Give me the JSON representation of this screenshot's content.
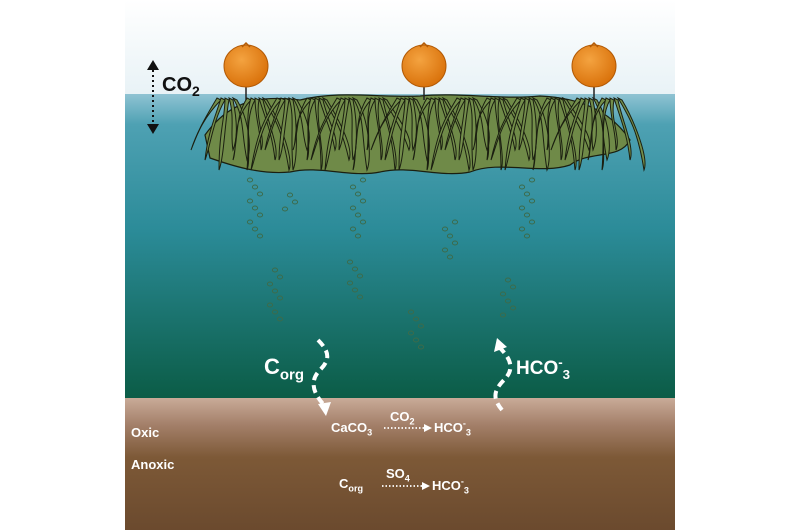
{
  "labels": {
    "co2_main": "CO2",
    "c_org_main_c": "C",
    "c_org_main_sub": "org",
    "hco3_main": "HCO",
    "hco3_main_sup": "-",
    "hco3_main_sub": "3",
    "oxic": "Oxic",
    "anoxic": "Anoxic",
    "reaction1_reactant": "CaCO3",
    "reaction1_agent": "CO2",
    "reaction1_product": "HCO",
    "reaction1_product_sup": "-",
    "reaction1_product_sub": "3",
    "reaction2_reactant_c": "C",
    "reaction2_reactant_sub": "org",
    "reaction2_agent": "SO4",
    "reaction2_product": "HCO",
    "reaction2_product_sup": "-",
    "reaction2_product_sub": "3"
  },
  "colors": {
    "air_top": "#ffffff",
    "air_bottom": "#e8f2f6",
    "water_top": "#8fc3d3",
    "water_mid": "#2b8b98",
    "water_bottom": "#0b5c46",
    "oxic_sediment": "#bfa08e",
    "anoxic_sediment": "#6b4a2e",
    "float": "#e67e10",
    "seaweed": "#6f8a48",
    "bubble": "#3d6b4a"
  },
  "icons": [
    "float-icon",
    "seaweed-icon",
    "bubble-icon",
    "double-arrow-icon",
    "wavy-arrow-icon",
    "dotted-arrow-icon"
  ]
}
